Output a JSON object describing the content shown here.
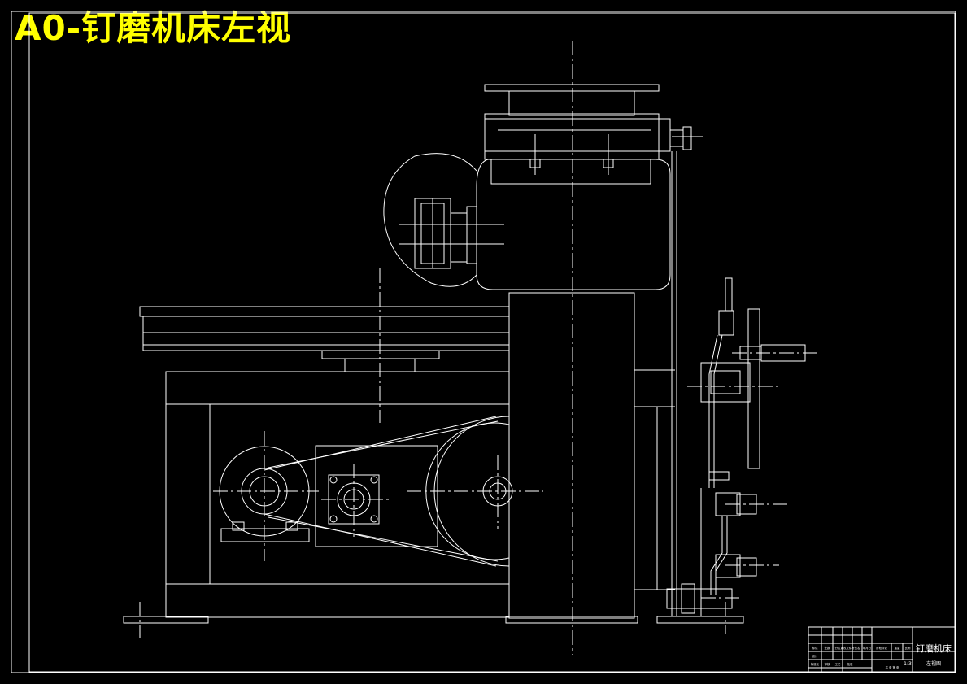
{
  "drawing": {
    "title": "A0-钉磨机床左视",
    "line_color": "#ffffff",
    "title_color": "#ffff00",
    "background": "#000000"
  },
  "title_block": {
    "machine_name": "钉磨机床",
    "view_name": "左视图",
    "scale": "1:3",
    "small_labels": [
      "标记",
      "处数",
      "分区",
      "更改文件号",
      "签名",
      "年月日",
      "设计",
      "标准化",
      "审核",
      "工艺",
      "批准",
      "阶段标记",
      "重量",
      "比例",
      "共 张 第 张"
    ]
  }
}
